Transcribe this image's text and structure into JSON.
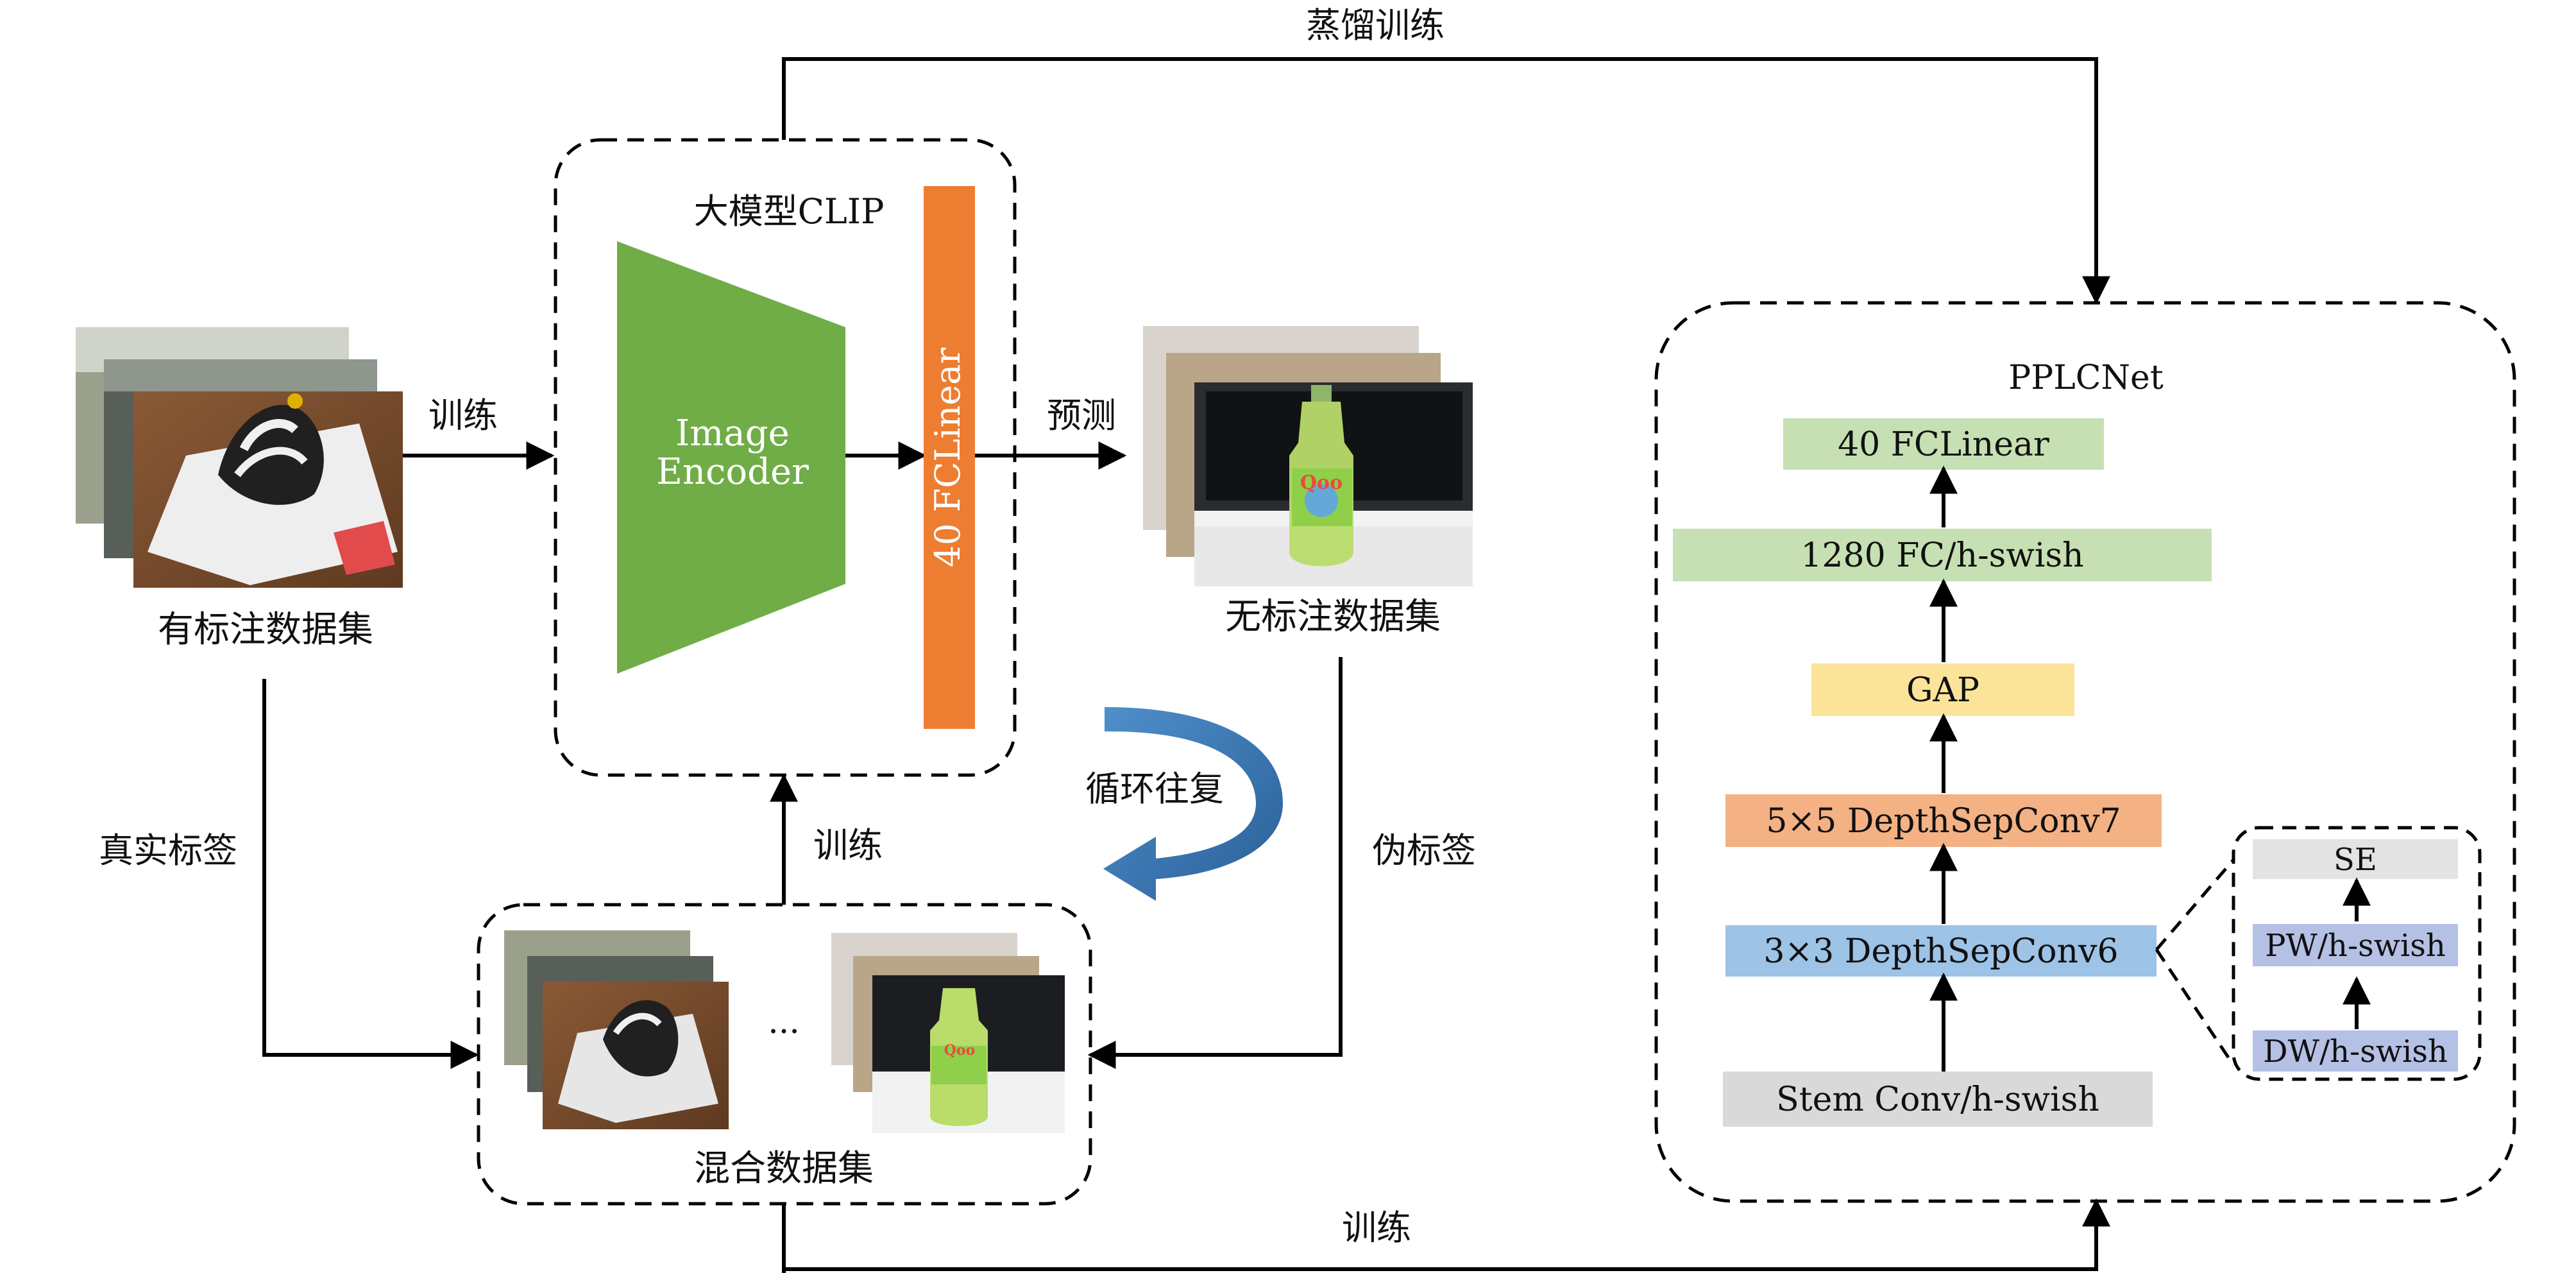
{
  "labels": {
    "distill_train": "蒸馏训练",
    "clip_title": "大模型CLIP",
    "image_encoder_line1": "Image",
    "image_encoder_line2": "Encoder",
    "fc_linear_vertical": "40 FCLinear",
    "train_top": "训练",
    "predict": "预测",
    "labeled_dataset": "有标注数据集",
    "unlabeled_dataset": "无标注数据集",
    "cycle": "循环往复",
    "true_label": "真实标签",
    "pseudo_label": "伪标签",
    "train_mid": "训练",
    "mixed_dataset": "混合数据集",
    "ellipsis": "...",
    "train_bottom": "训练",
    "pplcnet_title": "PPLCNet"
  },
  "pplcnet_layers": [
    {
      "label": "40 FCLinear",
      "color": "#c6e0b4"
    },
    {
      "label": "1280 FC/h-swish",
      "color": "#c6e0b4"
    },
    {
      "label": "GAP",
      "color": "#fbe49a"
    },
    {
      "label": "5×5 DepthSepConv7",
      "color": "#f4b183"
    },
    {
      "label": "3×3 DepthSepConv6",
      "color": "#9dc3e6"
    },
    {
      "label": "Stem Conv/h-swish",
      "color": "#d9d9d9"
    }
  ],
  "dsconv_detail": [
    {
      "label": "SE",
      "color": "#e3e3e3"
    },
    {
      "label": "PW/h-swish",
      "color": "#b4c0e4"
    },
    {
      "label": "DW/h-swish",
      "color": "#b4c0e4"
    }
  ],
  "colors": {
    "encoder_green": "#70ad47",
    "fc_orange": "#ed7d31",
    "cycle_blue": "#2e75b6"
  },
  "icons": {
    "labeled_photos": "photo-stack-shoe-on-paper",
    "unlabeled_photos": "photo-stack-bottle-on-desk"
  }
}
